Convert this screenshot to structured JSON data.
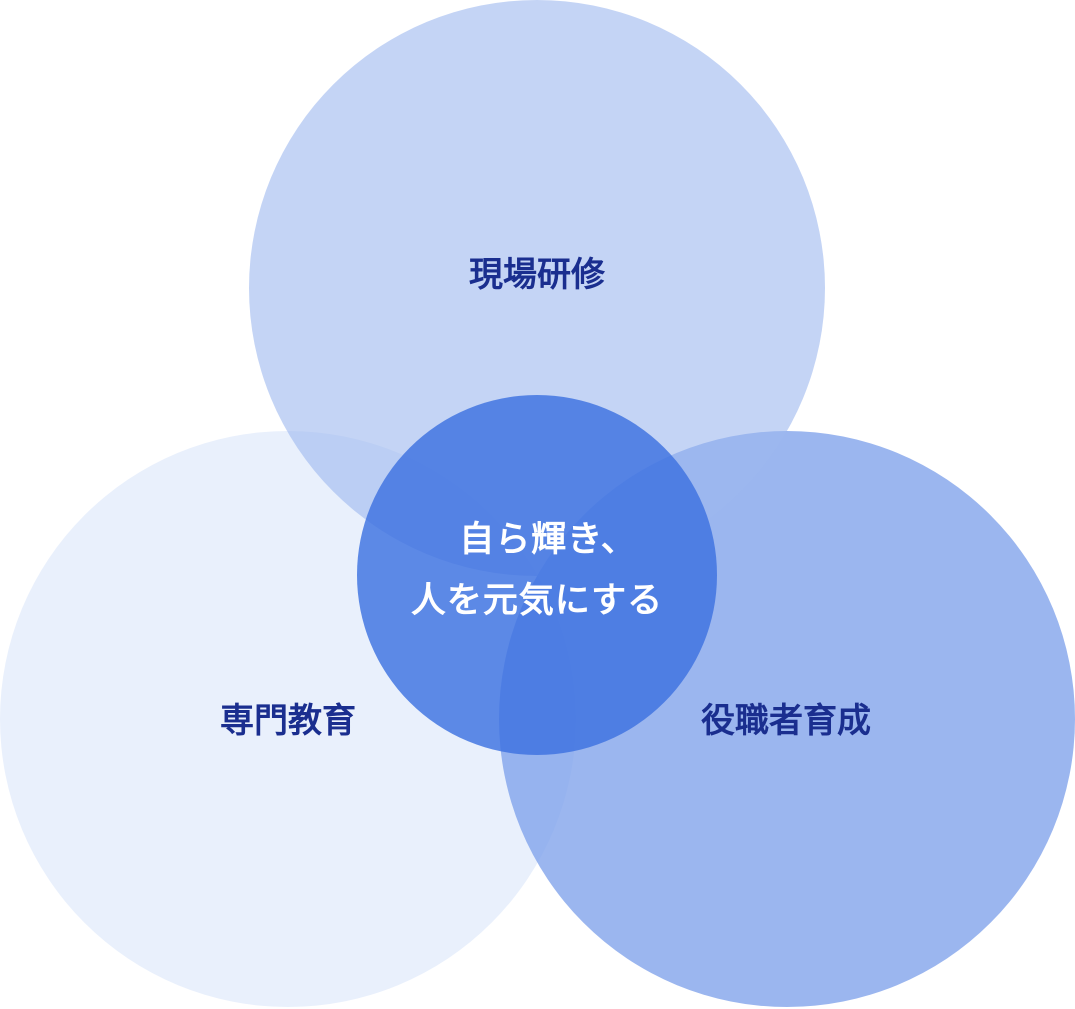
{
  "diagram": {
    "circles": [
      {
        "id": "top",
        "label": "現場研修",
        "fill": "#9DB8EE",
        "opacity": 0.6
      },
      {
        "id": "left",
        "label": "専門教育",
        "fill": "#D2DFF8",
        "opacity": 0.48
      },
      {
        "id": "right",
        "label": "役職者育成",
        "fill": "#7FA2EA",
        "opacity": 0.78
      }
    ],
    "center": {
      "line1": "自ら輝き、",
      "line2": "人を元気にする",
      "fill": "#3D72E0",
      "opacity": 0.82
    },
    "colors": {
      "label_text": "#1A2E8F",
      "center_text": "#FFFFFF"
    }
  }
}
